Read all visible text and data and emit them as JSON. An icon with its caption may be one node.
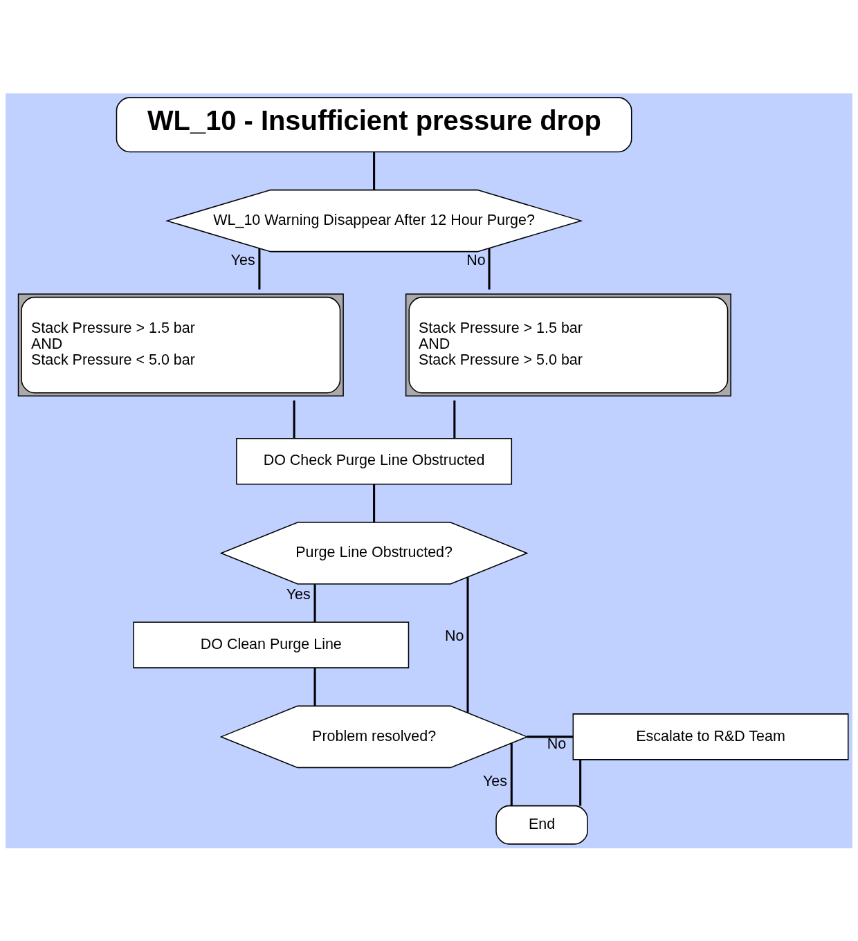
{
  "diagram": {
    "nodes": [
      {
        "text": [
          "WL_10 - Insufficient pressure drop"
        ]
      },
      {
        "text": [
          "WL_10 Warning Disappear After 12 Hour Purge?"
        ]
      },
      {
        "text": [
          "Stack Pressure > 1.5 bar",
          "AND",
          "Stack Pressure < 5.0 bar"
        ]
      },
      {
        "text": [
          "Stack Pressure > 1.5 bar",
          "AND",
          "Stack Pressure > 5.0 bar"
        ]
      },
      {
        "text": [
          "DO Check Purge Line Obstructed"
        ]
      },
      {
        "text": [
          "Purge Line Obstructed?"
        ]
      },
      {
        "text": [
          "DO Clean Purge Line"
        ]
      },
      {
        "text": [
          "Problem resolved?"
        ]
      },
      {
        "text": [
          "Escalate to R&D Team"
        ]
      },
      {
        "text": [
          "End"
        ]
      }
    ],
    "edges": [
      {
        "from": 0,
        "to": 1,
        "arrow": "none"
      },
      {
        "from": 1,
        "to": 2,
        "arrow": "none",
        "label": "Yes"
      },
      {
        "from": 1,
        "to": 3,
        "arrow": "none",
        "label": "No"
      },
      {
        "from": 2,
        "to": 4,
        "arrow": "none"
      },
      {
        "from": 3,
        "to": 4,
        "arrow": "none"
      },
      {
        "from": 4,
        "to": 5,
        "arrow": "none"
      },
      {
        "from": 5,
        "to": 6,
        "arrow": "none",
        "label": "Yes"
      },
      {
        "from": 6,
        "to": 7,
        "arrow": "none"
      },
      {
        "from": 5,
        "to": 7,
        "arrow": "none",
        "label": "No"
      },
      {
        "from": 7,
        "to": 9,
        "arrow": "none",
        "label": "Yes"
      },
      {
        "from": 7,
        "to": 8,
        "arrow": "none",
        "label": "No"
      },
      {
        "from": 8,
        "to": 9,
        "arrow": "none"
      }
    ]
  }
}
